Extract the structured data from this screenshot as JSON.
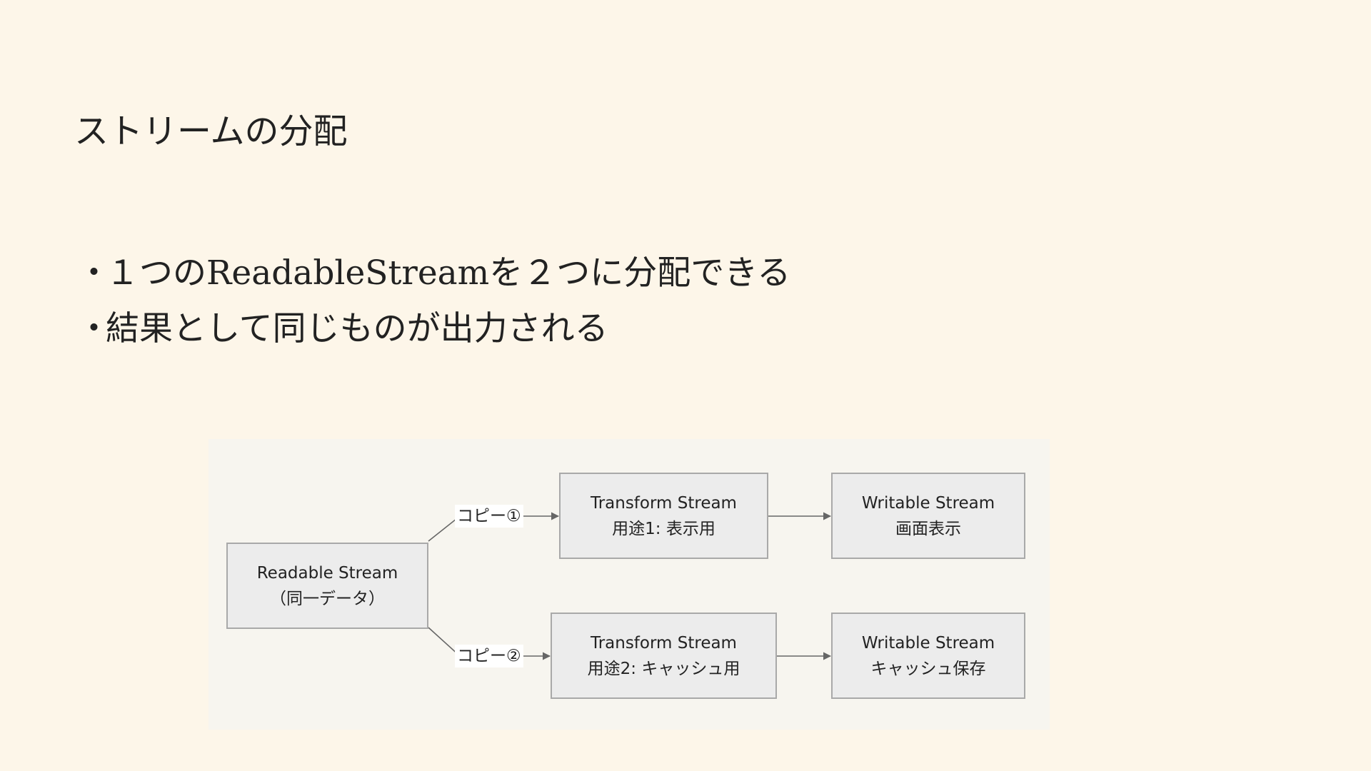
{
  "slide": {
    "title": "ストリームの分配",
    "bullets": [
      {
        "marker": "・",
        "text": "１つのReadableStreamを２つに分配できる"
      },
      {
        "marker": "・",
        "text": "結果として同じものが出力される"
      }
    ]
  },
  "diagram": {
    "nodes": {
      "readable": {
        "line1": "Readable Stream",
        "line2": "（同一データ）"
      },
      "transform1": {
        "line1": "Transform Stream",
        "line2": "用途1: 表示用"
      },
      "transform2": {
        "line1": "Transform Stream",
        "line2": "用途2: キャッシュ用"
      },
      "writable1": {
        "line1": "Writable Stream",
        "line2": "画面表示"
      },
      "writable2": {
        "line1": "Writable Stream",
        "line2": "キャッシュ保存"
      }
    },
    "edges": {
      "copy1": "コピー①",
      "copy2": "コピー②"
    },
    "colors": {
      "background": "#fdf6e9",
      "panel": "#f7f5ef",
      "node_fill": "#ececec",
      "node_border": "#a9a9a9",
      "edge": "#666666"
    }
  }
}
